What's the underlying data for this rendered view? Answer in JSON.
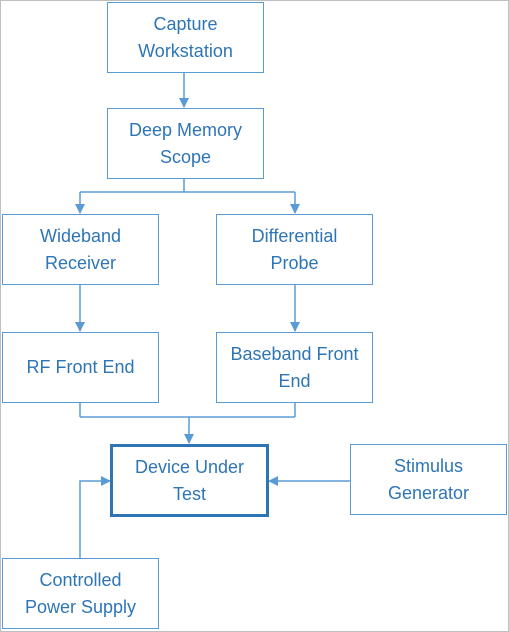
{
  "diagram": {
    "colors": {
      "line": "#5b9bd5",
      "text": "#2e75b6",
      "emphasis_border": "#2e75b6",
      "background": "#ffffff"
    },
    "nodes": {
      "capture": "Capture\nWorkstation",
      "scope": "Deep Memory\nScope",
      "wideband": "Wideband\nReceiver",
      "differential": "Differential\nProbe",
      "rf_front_end": "RF Front End",
      "baseband_front_end": "Baseband Front\nEnd",
      "dut": "Device Under\nTest",
      "stimulus": "Stimulus\nGenerator",
      "power": "Controlled\nPower Supply"
    }
  }
}
